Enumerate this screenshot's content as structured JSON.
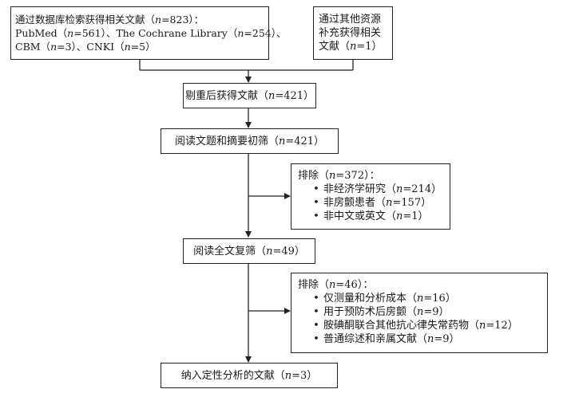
{
  "boxes": {
    "database_search": {
      "lines": [
        "通过数据库检索获得相关文献（n=823）：",
        "PubMed（n=561）、The Cochrane Library（n=254）、",
        "CBM（n=3）、CNKI（n=5）"
      ]
    },
    "other_sources": {
      "lines": [
        "通过其他资源",
        "补充获得相关",
        "文献（n=1）"
      ]
    },
    "after_dedup": {
      "label": "剔重后获得文献（n=421）"
    },
    "title_abstract_screen": {
      "label": "阅读文题和摘要初筛（n=421）"
    },
    "exclusion_1": {
      "title": "排除（n=372）：",
      "items": [
        "非经济学研究（n=214）",
        "非房颤患者（n=157）",
        "非中文或英文（n=1）"
      ]
    },
    "fulltext_screen": {
      "label": "阅读全文复筛（n=49）"
    },
    "exclusion_2": {
      "title": "排除（n=46）：",
      "items": [
        "仅测量和分析成本（n=16）",
        "用于预防术后房颤（n=9）",
        "胺碘酮联合其他抗心律失常药物（n=12）",
        "普通综述和亲属文献（n=9）"
      ]
    },
    "included": {
      "label": "纳入定性分析的文献（n=3）"
    }
  }
}
